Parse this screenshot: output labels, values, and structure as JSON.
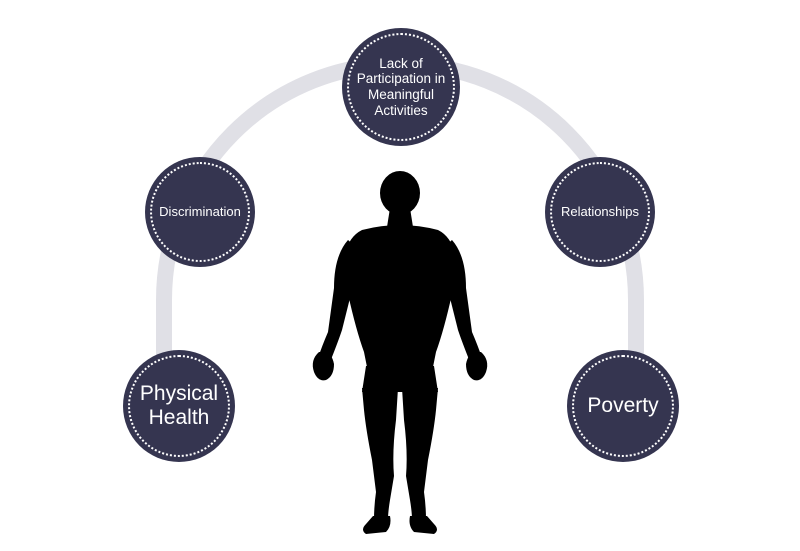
{
  "colors": {
    "arc": "#e0e0e6",
    "node_fill": "#353550",
    "node_dots": "#ffffff",
    "figure": "#000000",
    "background": "#ffffff"
  },
  "nodes": {
    "participation": {
      "label": "Lack of\nParticipation in\nMeaningful\nActivities"
    },
    "discrimination": {
      "label": "Discrimination"
    },
    "relationships": {
      "label": "Relationships"
    },
    "physical_health": {
      "label": "Physical\nHealth"
    },
    "poverty": {
      "label": "Poverty"
    }
  },
  "icons": {
    "figure": "human-silhouette-icon"
  }
}
